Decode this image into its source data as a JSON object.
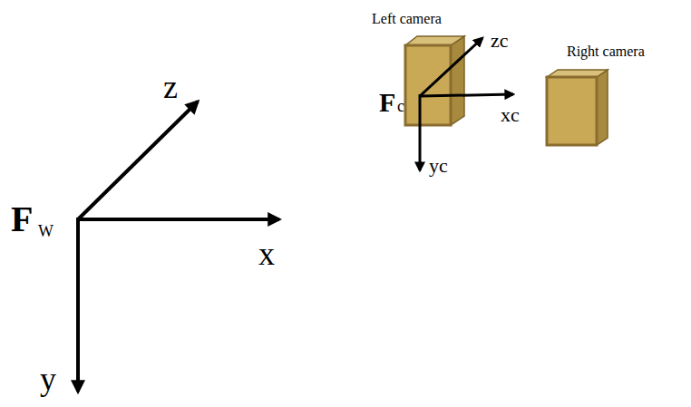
{
  "diagram": {
    "nodes": [
      {
        "text": [
          "Left camera"
        ]
      },
      {
        "text": [
          "Right camera"
        ]
      }
    ],
    "labels": [
      "F",
      "W",
      "x",
      "y",
      "z",
      "F",
      "c",
      "xc",
      "yc",
      "zc"
    ]
  }
}
